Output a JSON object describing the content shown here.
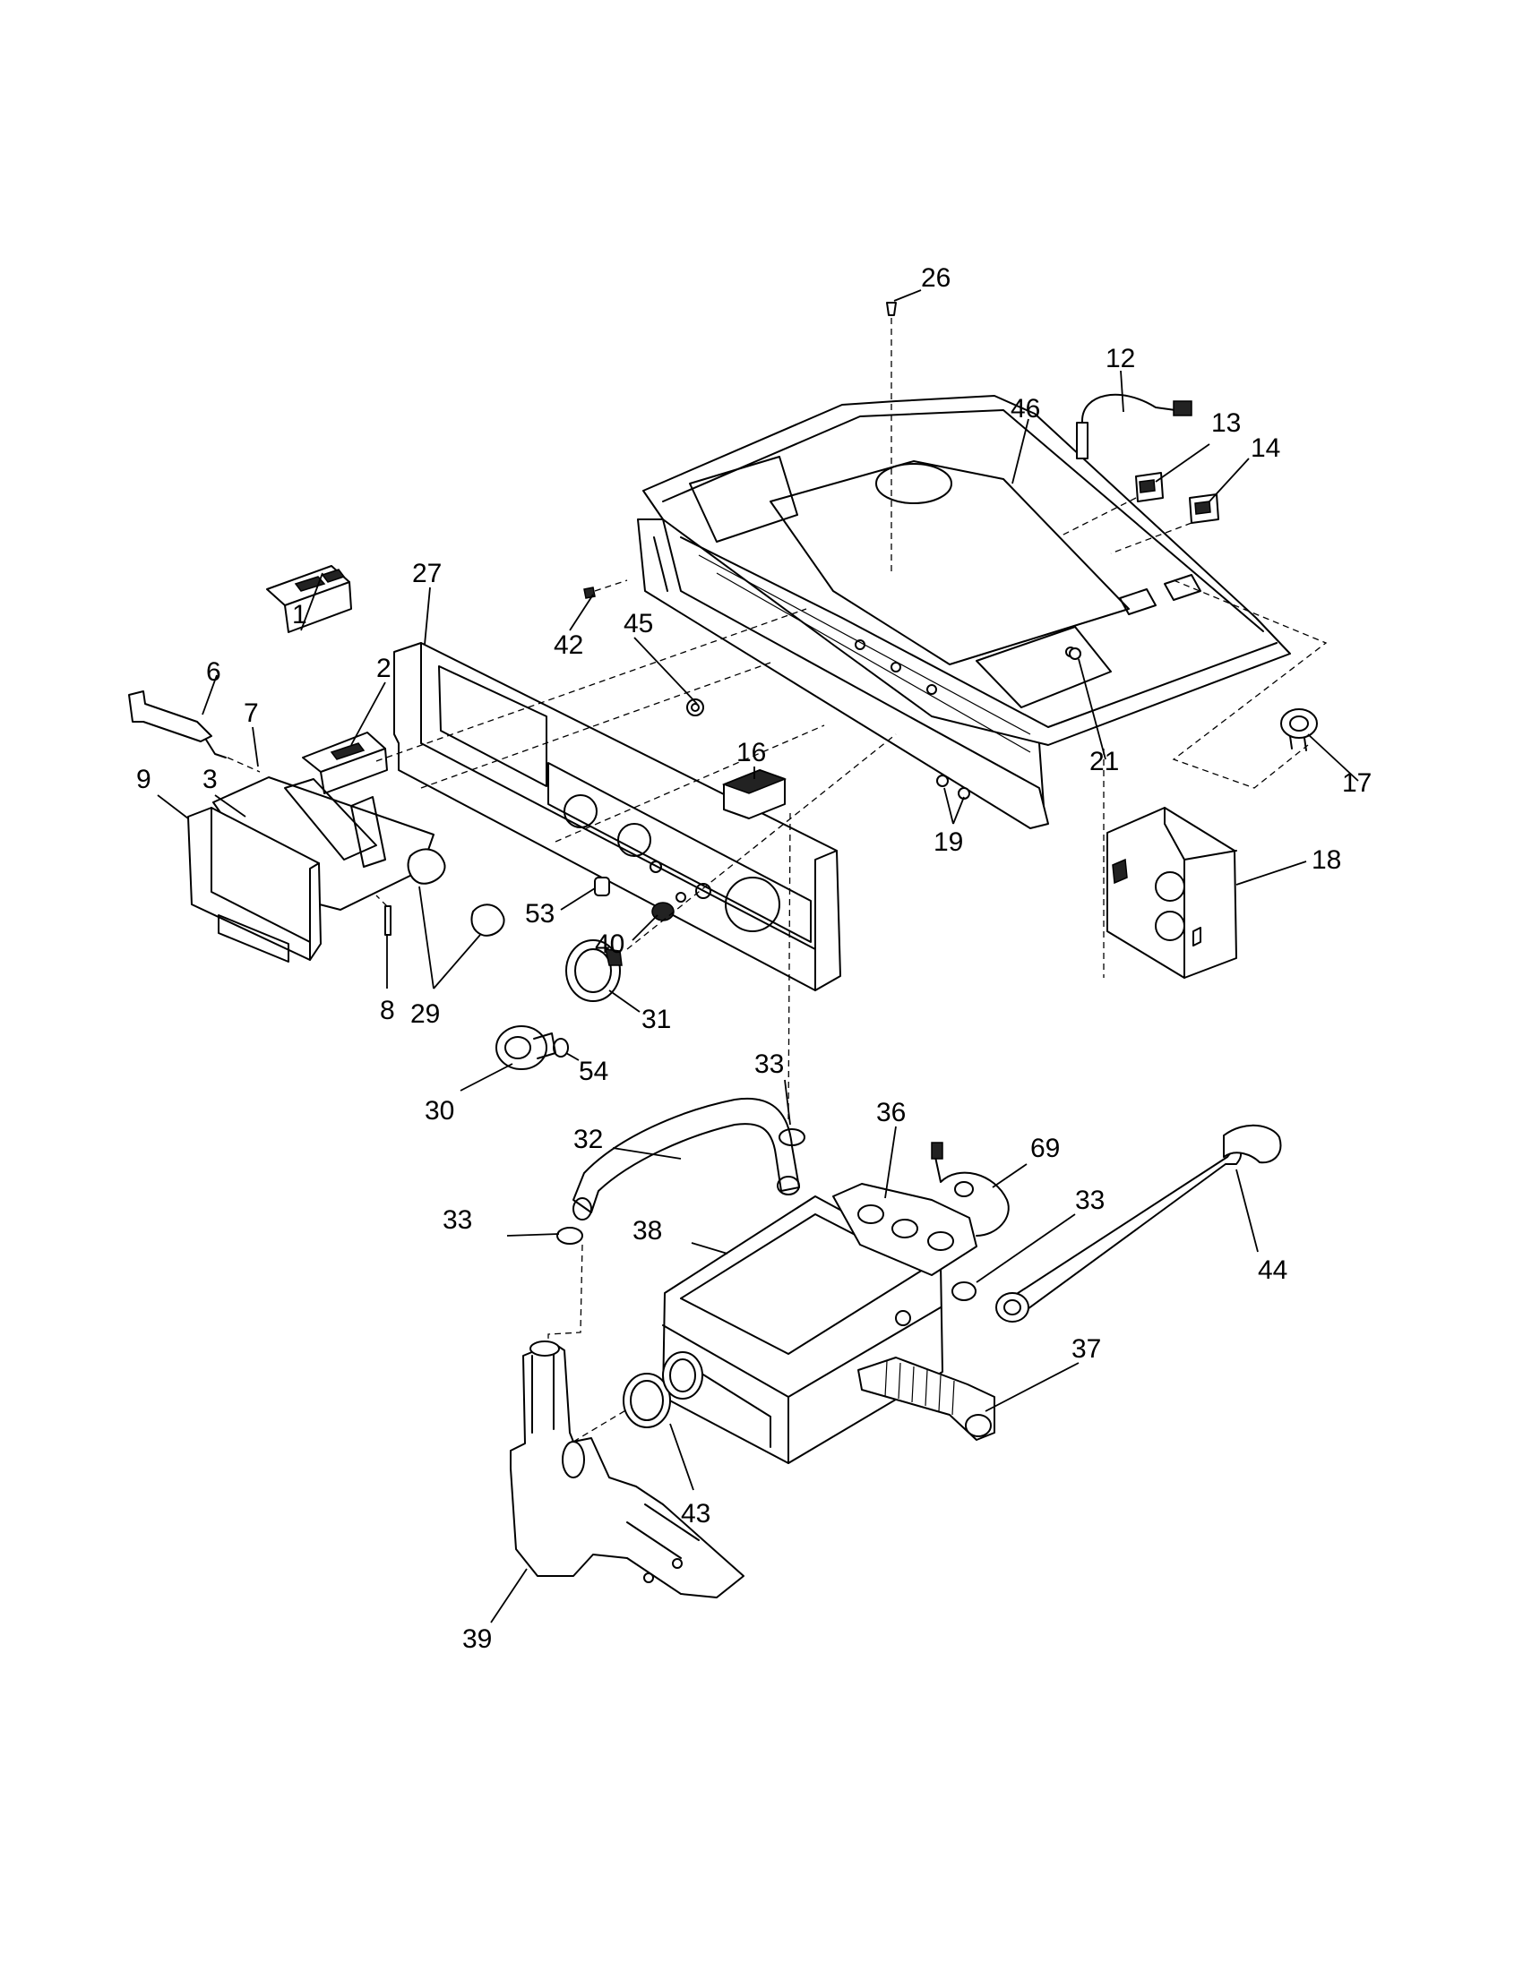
{
  "diagram": {
    "callouts": [
      {
        "id": "c26",
        "label": "26"
      },
      {
        "id": "c12",
        "label": "12"
      },
      {
        "id": "c46",
        "label": "46"
      },
      {
        "id": "c13",
        "label": "13"
      },
      {
        "id": "c14",
        "label": "14"
      },
      {
        "id": "c27",
        "label": "27"
      },
      {
        "id": "c1",
        "label": "1"
      },
      {
        "id": "c45",
        "label": "45"
      },
      {
        "id": "c42",
        "label": "42"
      },
      {
        "id": "c6",
        "label": "6"
      },
      {
        "id": "c2",
        "label": "2"
      },
      {
        "id": "c7",
        "label": "7"
      },
      {
        "id": "c9",
        "label": "9"
      },
      {
        "id": "c3",
        "label": "3"
      },
      {
        "id": "c16",
        "label": "16"
      },
      {
        "id": "c21",
        "label": "21"
      },
      {
        "id": "c17",
        "label": "17"
      },
      {
        "id": "c19",
        "label": "19"
      },
      {
        "id": "c18",
        "label": "18"
      },
      {
        "id": "c53",
        "label": "53"
      },
      {
        "id": "c40",
        "label": "40"
      },
      {
        "id": "c8",
        "label": "8"
      },
      {
        "id": "c29",
        "label": "29"
      },
      {
        "id": "c31",
        "label": "31"
      },
      {
        "id": "c54",
        "label": "54"
      },
      {
        "id": "c30",
        "label": "30"
      },
      {
        "id": "c33a",
        "label": "33"
      },
      {
        "id": "c36",
        "label": "36"
      },
      {
        "id": "c32",
        "label": "32"
      },
      {
        "id": "c69",
        "label": "69"
      },
      {
        "id": "c33b",
        "label": "33"
      },
      {
        "id": "c33c",
        "label": "33"
      },
      {
        "id": "c38",
        "label": "38"
      },
      {
        "id": "c44",
        "label": "44"
      },
      {
        "id": "c37",
        "label": "37"
      },
      {
        "id": "c43",
        "label": "43"
      },
      {
        "id": "c39",
        "label": "39"
      }
    ]
  }
}
